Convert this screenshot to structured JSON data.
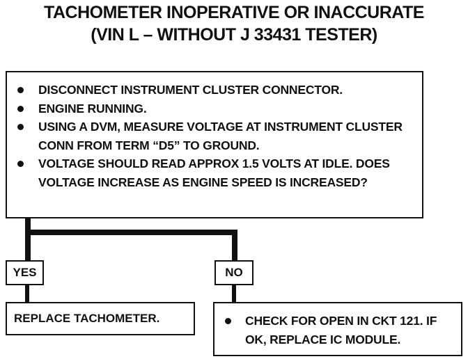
{
  "title": {
    "line1": "TACHOMETER INOPERATIVE OR INACCURATE",
    "line2": "(VIN L – WITHOUT J 33431 TESTER)"
  },
  "main_box": {
    "items": [
      "DISCONNECT INSTRUMENT CLUSTER CONNECTOR.",
      "ENGINE RUNNING.",
      "USING A DVM, MEASURE VOLTAGE AT INSTRUMENT CLUSTER CONN FROM TERM “D5” TO GROUND.",
      "VOLTAGE SHOULD READ APPROX 1.5 VOLTS AT IDLE. DOES VOLTAGE INCREASE AS ENGINE SPEED IS INCREASED?"
    ]
  },
  "branches": {
    "yes": {
      "label": "YES",
      "result": "REPLACE TACHOMETER."
    },
    "no": {
      "label": "NO",
      "result_items": [
        "CHECK FOR OPEN IN CKT 121. IF OK, REPLACE IC MODULE."
      ]
    }
  }
}
